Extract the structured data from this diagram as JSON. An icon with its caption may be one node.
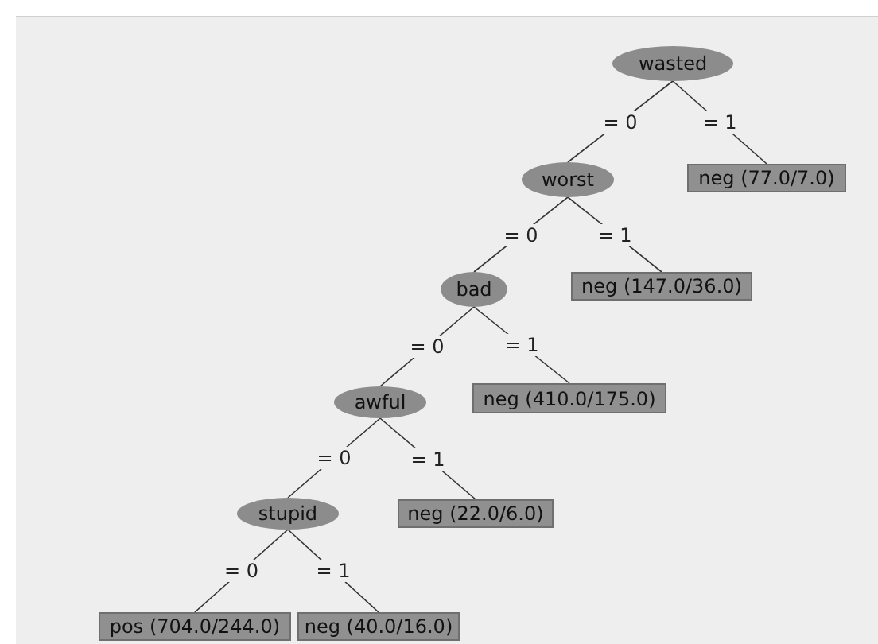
{
  "diagram": {
    "nodes": [
      {
        "text": [
          "wasted"
        ]
      },
      {
        "text": [
          "worst"
        ]
      },
      {
        "text": [
          "neg (77.0/7.0)"
        ]
      },
      {
        "text": [
          "bad"
        ]
      },
      {
        "text": [
          "neg (147.0/36.0)"
        ]
      },
      {
        "text": [
          "awful"
        ]
      },
      {
        "text": [
          "neg (410.0/175.0)"
        ]
      },
      {
        "text": [
          "stupid"
        ]
      },
      {
        "text": [
          "neg (22.0/6.0)"
        ]
      },
      {
        "text": [
          "pos (704.0/244.0)"
        ]
      },
      {
        "text": [
          "neg (40.0/16.0)"
        ]
      }
    ],
    "edges": [
      {
        "from": 0,
        "to": 1,
        "arrow": "none",
        "label": "= 0"
      },
      {
        "from": 0,
        "to": 2,
        "arrow": "none",
        "label": "= 1"
      },
      {
        "from": 1,
        "to": 3,
        "arrow": "none",
        "label": "= 0"
      },
      {
        "from": 1,
        "to": 4,
        "arrow": "none",
        "label": "= 1"
      },
      {
        "from": 3,
        "to": 5,
        "arrow": "none",
        "label": "= 0"
      },
      {
        "from": 3,
        "to": 6,
        "arrow": "none",
        "label": "= 1"
      },
      {
        "from": 5,
        "to": 7,
        "arrow": "none",
        "label": "= 0"
      },
      {
        "from": 5,
        "to": 8,
        "arrow": "none",
        "label": "= 1"
      },
      {
        "from": 7,
        "to": 9,
        "arrow": "none",
        "label": "= 0"
      },
      {
        "from": 7,
        "to": 10,
        "arrow": "none",
        "label": "= 1"
      }
    ]
  }
}
